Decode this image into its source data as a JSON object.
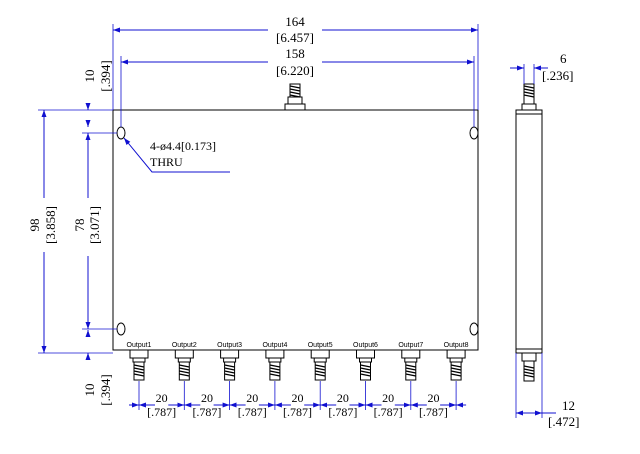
{
  "dimensions": {
    "overall_width": "164",
    "overall_width_in": "[6.457]",
    "hole_spacing_x": "158",
    "hole_spacing_x_in": "[6.220]",
    "overall_height": "98",
    "overall_height_in": "[3.858]",
    "hole_spacing_y": "78",
    "hole_spacing_y_in": "[3.071]",
    "edge_offset": "10",
    "edge_offset_in": "[.394]",
    "side_connector_width": "6",
    "side_connector_width_in": "[.236]",
    "side_thickness": "12",
    "side_thickness_in": "[.472]",
    "port_pitch": "20",
    "port_pitch_in": "[.787]"
  },
  "hole_callout": {
    "line1": "4-ø4.4[0.173]",
    "line2": "THRU"
  },
  "outputs": [
    "Output1",
    "Output2",
    "Output3",
    "Output4",
    "Output5",
    "Output6",
    "Output7",
    "Output8"
  ],
  "colors": {
    "dimension_lines": "#1010d0",
    "outline": "#000000"
  }
}
